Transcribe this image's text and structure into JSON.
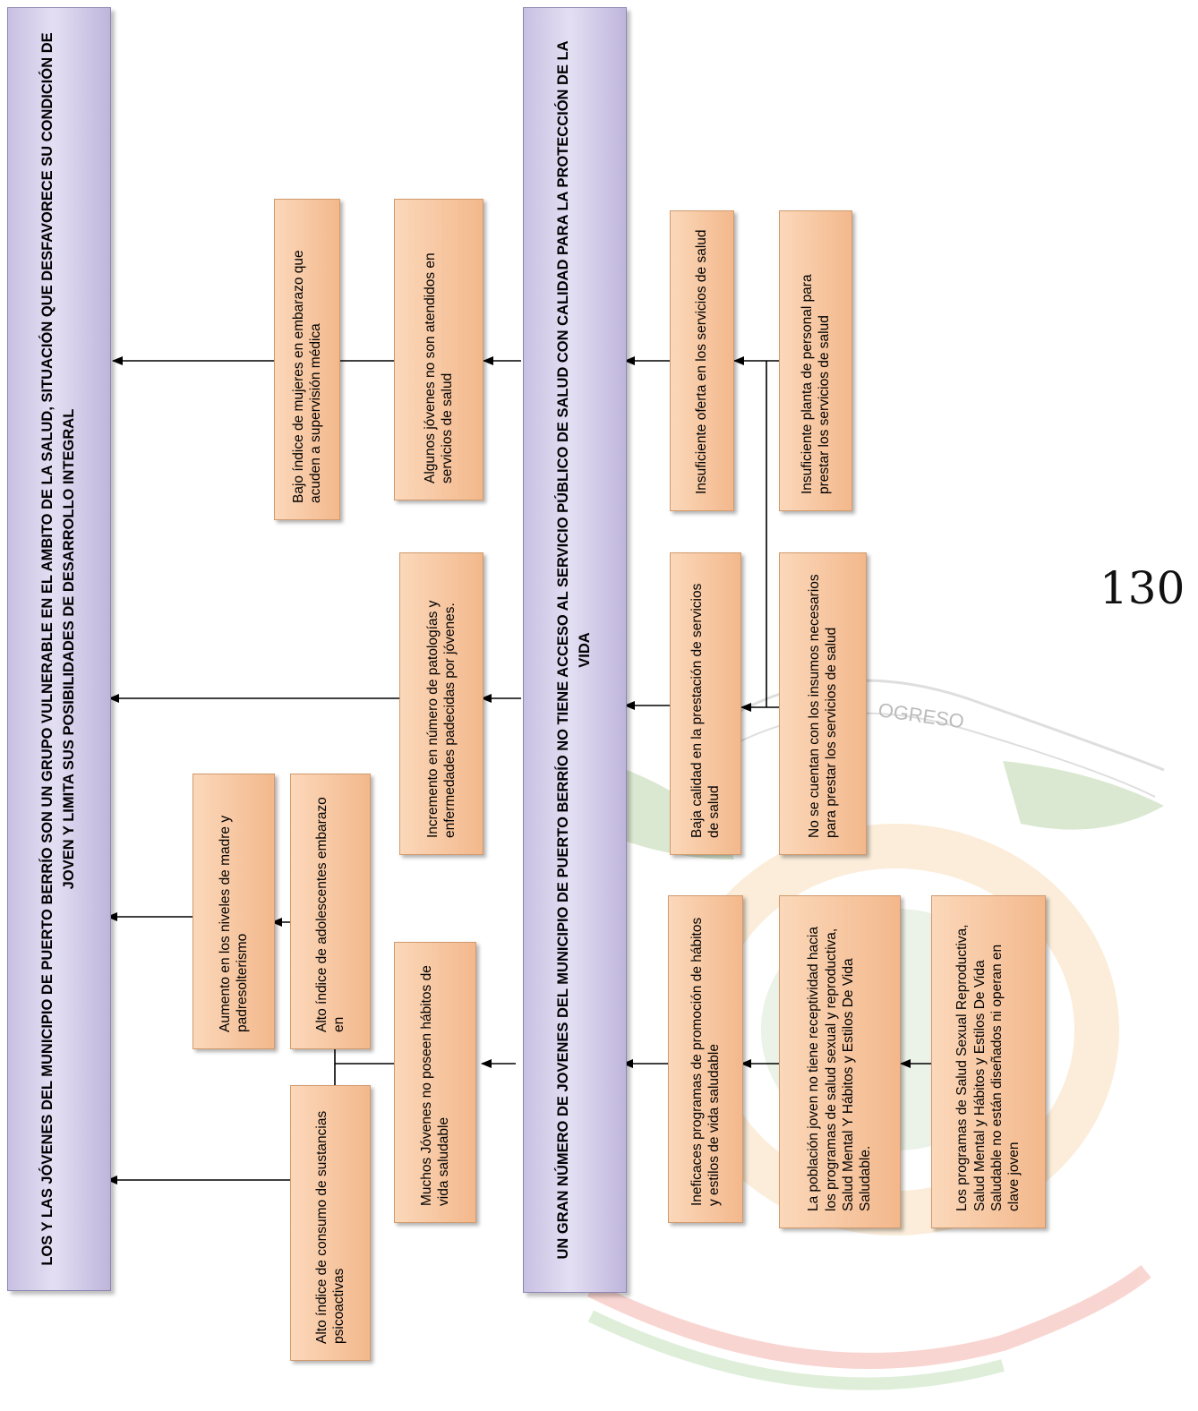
{
  "page_number": "130",
  "watermark_text": "OGRESO",
  "effect_bar": {
    "text": "LOS Y LAS JÓVENES DEL MUNICIPIO DE PUERTO BERRÍO SON UN GRUPO VULNERABLE EN EL AMBITO DE LA SALUD, SITUACIÓN QUE DESFAVORECE SU CONDICIÓN DE JOVEN Y LIMITA SUS POSIBILIDADES DE DESARROLLO INTEGRAL"
  },
  "problem_bar": {
    "text": "UN GRAN NÚMERO DE JOVENES DEL MUNICIPIO DE PUERTO BERRÍO NO TIENE ACCESO AL SERVICIO PÚBLICO DE SALUD CON CALIDAD PARA LA PROTECCIÓN DE LA VIDA"
  },
  "effects": {
    "embarazo_supervision": "Bajo índice de mujeres en embarazo que acuden a supervisión médica",
    "jovenes_no_atendidos": "Algunos jóvenes no son atendidos en servicios de salud",
    "incremento_patologias": "Incremento en número de patologías y enfermedades padecidas por jóvenes.",
    "padresolterismo": "Aumento en los niveles de madre y padresolterismo",
    "adolescentes_embarazo": "Alto índice de adolescentes embarazo en",
    "no_habitos": "Muchos Jóvenes no poseen hábitos de vida saludable",
    "psicoactivas": "Alto índice de consumo de sustancias psicoactivas"
  },
  "causes": {
    "oferta": "Insuficiente oferta en los servicios de salud",
    "planta_personal": "Insuficiente planta de personal para prestar los servicios de salud",
    "baja_calidad": "Baja calidad en la prestación de servicios de salud",
    "insumos": "No se cuentan con los insumos necesarios para prestar los servicios de salud",
    "programas_ineficaces": "Ineficaces programas de promoción de hábitos y estilos de vida saludable",
    "receptividad": "La población joven no tiene receptividad hacia los programas de salud sexual y reproductiva, Salud Mental Y Hábitos y Estilos De Vida Saludable.",
    "clave_joven": "Los programas de Salud Sexual Reproductiva, Salud Mental y Hábitos y Estilos De Vida Saludable no están diseñados ni operan en clave joven"
  }
}
